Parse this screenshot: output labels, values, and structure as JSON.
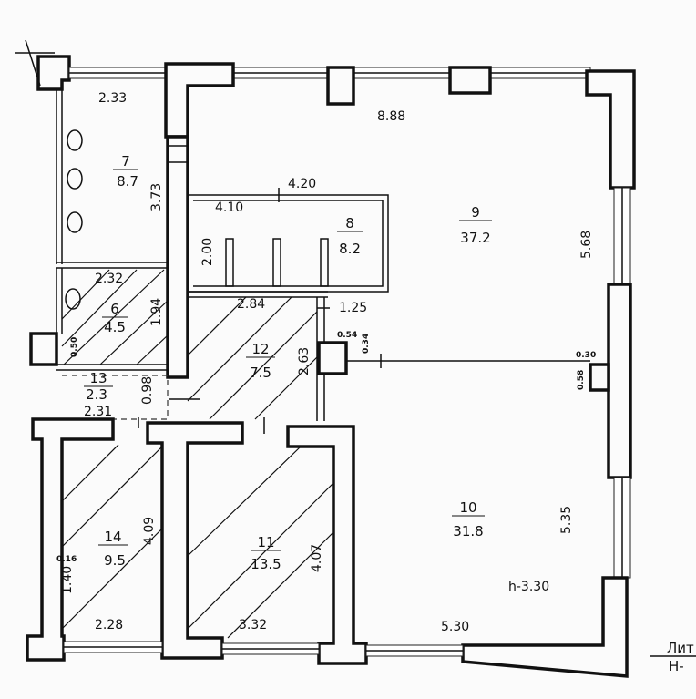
{
  "rooms": [
    {
      "num": "7",
      "area": "8.7"
    },
    {
      "num": "8",
      "area": "8.2"
    },
    {
      "num": "9",
      "area": "37.2"
    },
    {
      "num": "6",
      "area": "4.5"
    },
    {
      "num": "12",
      "area": "7.5"
    },
    {
      "num": "13",
      "area": "2.3"
    },
    {
      "num": "14",
      "area": "9.5"
    },
    {
      "num": "11",
      "area": "13.5"
    },
    {
      "num": "10",
      "area": "31.8"
    }
  ],
  "dimensions": {
    "d_2_33": "2.33",
    "d_8_88": "8.88",
    "d_3_73": "3.73",
    "d_4_20": "4.20",
    "d_4_10": "4.10",
    "d_2_00": "2.00",
    "d_5_68": "5.68",
    "d_2_32": "2.32",
    "d_1_94": "1.94",
    "d_2_84": "2.84",
    "d_1_25": "1.25",
    "d_0_54": "0.54",
    "d_0_34": "0.34",
    "d_0_50": "0.50",
    "d_2_63": "2.63",
    "d_0_30": "0.30",
    "d_0_58": "0.58",
    "d_0_98": "0.98",
    "d_2_31": "2.31",
    "d_4_09": "4.09",
    "d_4_07": "4.07",
    "d_0_16": "0.16",
    "d_1_40": "1.40",
    "d_5_35": "5.35",
    "d_2_28": "2.28",
    "d_3_32": "3.32",
    "d_5_30": "5.30"
  },
  "height_label": "h-3.30",
  "corner_label": {
    "line1": "Лит",
    "line2": "Н-"
  }
}
